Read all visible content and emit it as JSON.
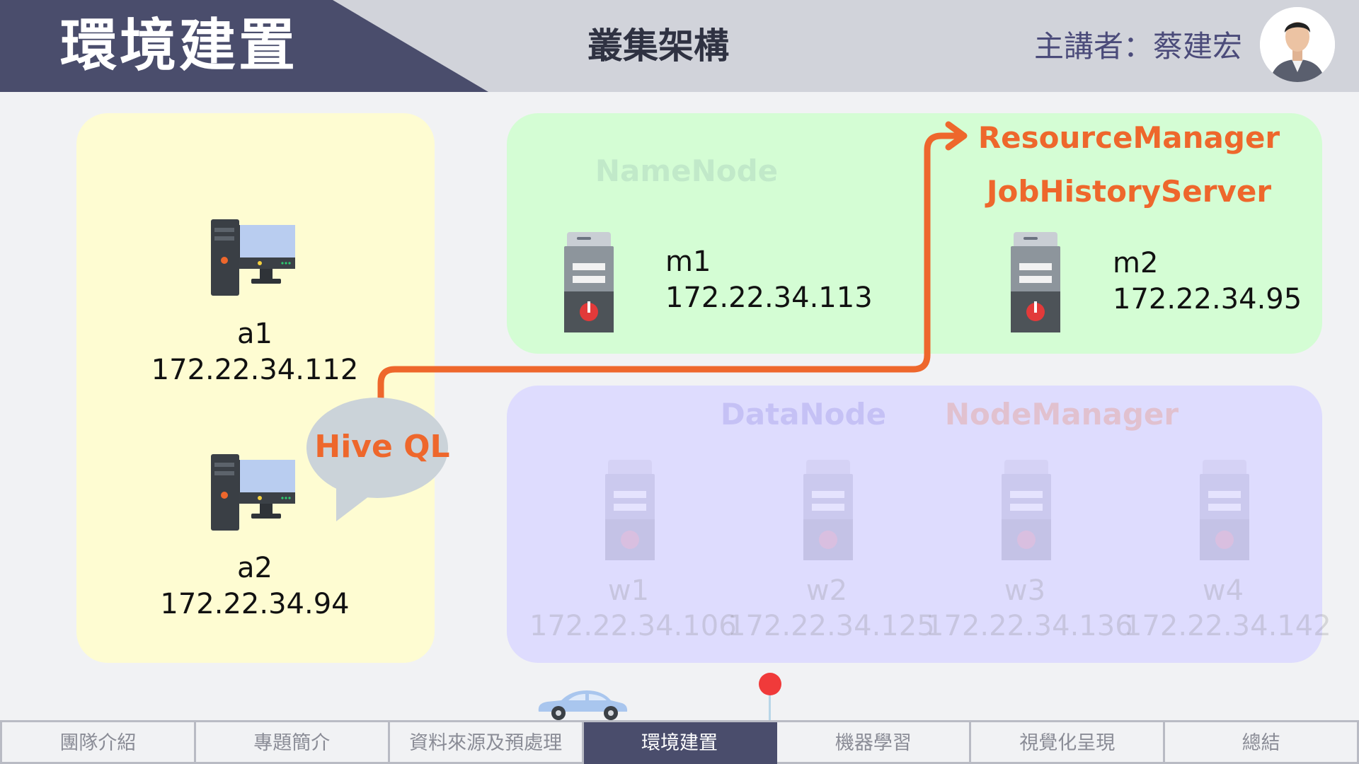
{
  "header": {
    "section_title": "環境建置",
    "subtitle": "叢集架構",
    "speaker": "主講者：蔡建宏"
  },
  "clients": [
    {
      "name": "a1",
      "ip": "172.22.34.112"
    },
    {
      "name": "a2",
      "ip": "172.22.34.94"
    }
  ],
  "query_bubble": "Hive QL",
  "masters": {
    "namenode_label": "NameNode",
    "resourcemanager_label": "ResourceManager",
    "jobhistory_label": "JobHistoryServer",
    "nodes": [
      {
        "name": "m1",
        "ip": "172.22.34.113"
      },
      {
        "name": "m2",
        "ip": "172.22.34.95"
      }
    ]
  },
  "workers": {
    "datanode_label": "DataNode",
    "nodemanager_label": "NodeManager",
    "nodes": [
      {
        "name": "w1",
        "ip": "172.22.34.106"
      },
      {
        "name": "w2",
        "ip": "172.22.34.125"
      },
      {
        "name": "w3",
        "ip": "172.22.34.136"
      },
      {
        "name": "w4",
        "ip": "172.22.34.142"
      }
    ]
  },
  "nav": {
    "items": [
      "團隊介紹",
      "專題簡介",
      "資料來源及預處理",
      "環境建置",
      "機器學習",
      "視覺化呈現",
      "總結"
    ],
    "active_index": 3
  },
  "colors": {
    "accent_orange": "#ee672c",
    "banner": "#4a4d6c",
    "client_panel": "#fefcd2",
    "master_panel": "#d4fdd4",
    "worker_panel": "#dedcfe"
  },
  "icons": {
    "client": "desktop-computer-icon",
    "server": "server-tower-icon",
    "progress": "car-icon",
    "marker": "location-pin-icon"
  }
}
